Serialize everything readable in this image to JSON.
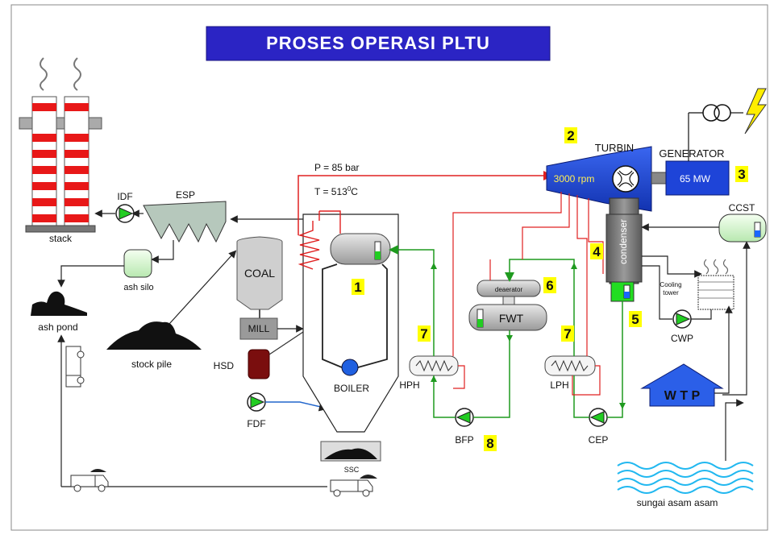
{
  "title": "PROSES OPERASI PLTU",
  "labels": {
    "stack": "stack",
    "idf": "IDF",
    "esp": "ESP",
    "ash_silo": "ash silo",
    "ash_pond": "ash pond",
    "coal": "COAL",
    "mill": "MILL",
    "hsd": "HSD",
    "stock_pile": "stock pile",
    "fdf": "FDF",
    "boiler": "BOILER",
    "ssc": "SSC",
    "pressure": "P = 85 bar",
    "temp_prefix": "T = 513",
    "temp_sup": "0",
    "temp_suffix": "C",
    "turbin": "TURBIN",
    "rpm": "3000 rpm",
    "generator": "GENERATOR",
    "mw": "65 MW",
    "condenser": "condenser",
    "ccst": "CCST",
    "cooling_tower_1": "Cooling",
    "cooling_tower_2": "tower",
    "cwp": "CWP",
    "deaerator": "deaerator",
    "fwt": "FWT",
    "hph": "HPH",
    "lph": "LPH",
    "bfp": "BFP",
    "cep": "CEP",
    "wtp": "W T P",
    "river": "sungai asam asam"
  },
  "badges": [
    "1",
    "2",
    "3",
    "4",
    "5",
    "6",
    "7",
    "7",
    "8"
  ],
  "colors": {
    "title_bg": "#2b24c4",
    "steam_line": "#e02020",
    "water_line": "#1f9a1f",
    "turbine": "#1e44d8",
    "generator": "#1e44d8",
    "badge": "#ffff00",
    "pump": "#22cc22",
    "hsd": "#7a0e0e"
  }
}
